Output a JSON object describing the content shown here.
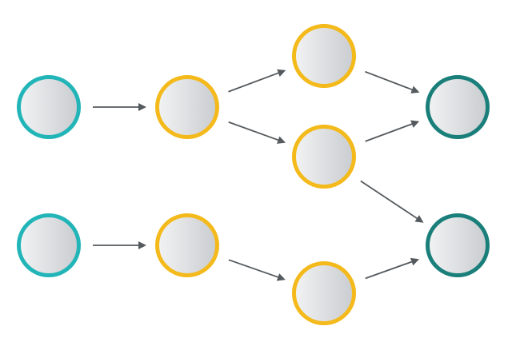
{
  "colors": {
    "teal_light": "#22b5b8",
    "yellow": "#f4b91a",
    "teal_dark": "#1a7f7a",
    "arrow": "#555a5e",
    "node_fill_light": "#f2f3f4",
    "node_fill_dark": "#c9ccd0"
  },
  "nodes": [
    {
      "id": "n1",
      "role": "input",
      "color_key": "teal_light"
    },
    {
      "id": "n2",
      "role": "input",
      "color_key": "teal_light"
    },
    {
      "id": "n3",
      "role": "middle",
      "color_key": "yellow"
    },
    {
      "id": "n4",
      "role": "middle",
      "color_key": "yellow"
    },
    {
      "id": "n5",
      "role": "middle",
      "color_key": "yellow"
    },
    {
      "id": "n6",
      "role": "middle",
      "color_key": "yellow"
    },
    {
      "id": "n7",
      "role": "middle",
      "color_key": "yellow"
    },
    {
      "id": "n8",
      "role": "output",
      "color_key": "teal_dark"
    },
    {
      "id": "n9",
      "role": "output",
      "color_key": "teal_dark"
    }
  ],
  "edges": [
    {
      "from": "n1",
      "to": "n3"
    },
    {
      "from": "n3",
      "to": "n5"
    },
    {
      "from": "n3",
      "to": "n6"
    },
    {
      "from": "n5",
      "to": "n8"
    },
    {
      "from": "n6",
      "to": "n8"
    },
    {
      "from": "n6",
      "to": "n9"
    },
    {
      "from": "n2",
      "to": "n4"
    },
    {
      "from": "n4",
      "to": "n7"
    },
    {
      "from": "n7",
      "to": "n9"
    }
  ]
}
